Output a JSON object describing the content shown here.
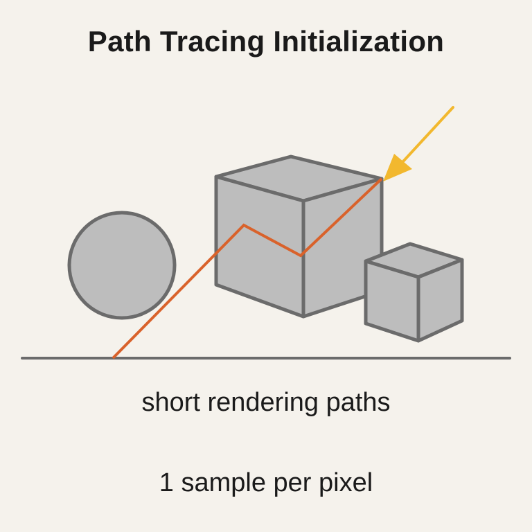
{
  "title": "Path Tracing Initialization",
  "captions": {
    "line1": "short rendering paths",
    "line2": "1 sample per pixel"
  },
  "colors": {
    "background": "#f5f2ec",
    "object_fill": "#bdbdbd",
    "object_stroke": "#6b6b6b",
    "ground": "#6b6b6b",
    "light_path": "#d9622b",
    "light_ray": "#f2b82e"
  },
  "scene": {
    "objects": [
      "sphere",
      "large-cube",
      "small-cube",
      "ground-plane"
    ],
    "rays": [
      "incoming-light-ray",
      "traced-path"
    ]
  }
}
